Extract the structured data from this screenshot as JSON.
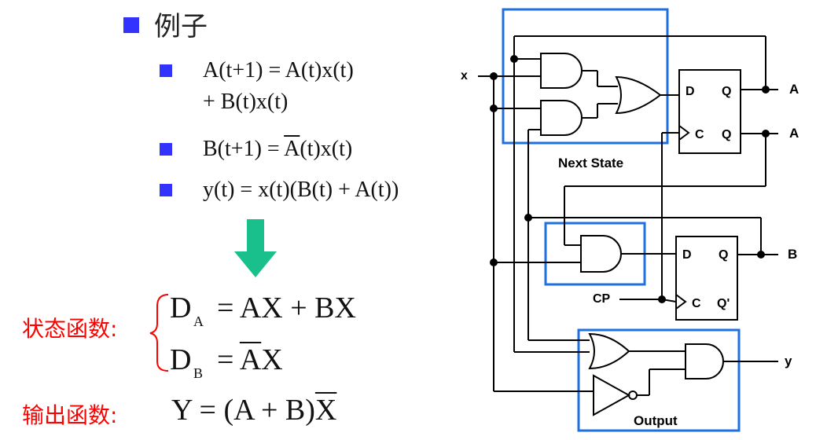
{
  "left": {
    "heading": "例子",
    "eq1_line1": "A(t+1) = A(t)x(t)",
    "eq1_line2": "+ B(t)x(t)",
    "eq2_pre": "B(t+1) = ",
    "eq2_bar": "A",
    "eq2_post": "(t)x(t)",
    "eq3": "y(t) = x(t)(B(t) + A(t))",
    "state_label": "状态函数:",
    "da_D": "D",
    "da_sub": "A",
    "da_rhs": "= AX + BX",
    "db_D": "D",
    "db_sub": "B",
    "db_eq": "=",
    "db_bar": "A",
    "db_rest": "X",
    "out_label": "输出函数:",
    "y_pre": "Y = (A + B)",
    "y_bar": "X"
  },
  "circuit": {
    "input_x": "x",
    "out_A": "A",
    "out_Abar": "A",
    "out_B": "B",
    "out_y": "y",
    "ff1_D": "D",
    "ff1_Q": "Q",
    "ff1_C": "C",
    "ff1_Qb": "Q",
    "ff2_D": "D",
    "ff2_Q": "Q",
    "ff2_C": "C",
    "ff2_Qp": "Q'",
    "cp": "CP",
    "next_state": "Next State",
    "output": "Output"
  },
  "colors": {
    "bullet": "#3333ff",
    "highlight_box": "#1e6fe0",
    "arrow": "#19c08c",
    "red_label": "#ff0000"
  }
}
